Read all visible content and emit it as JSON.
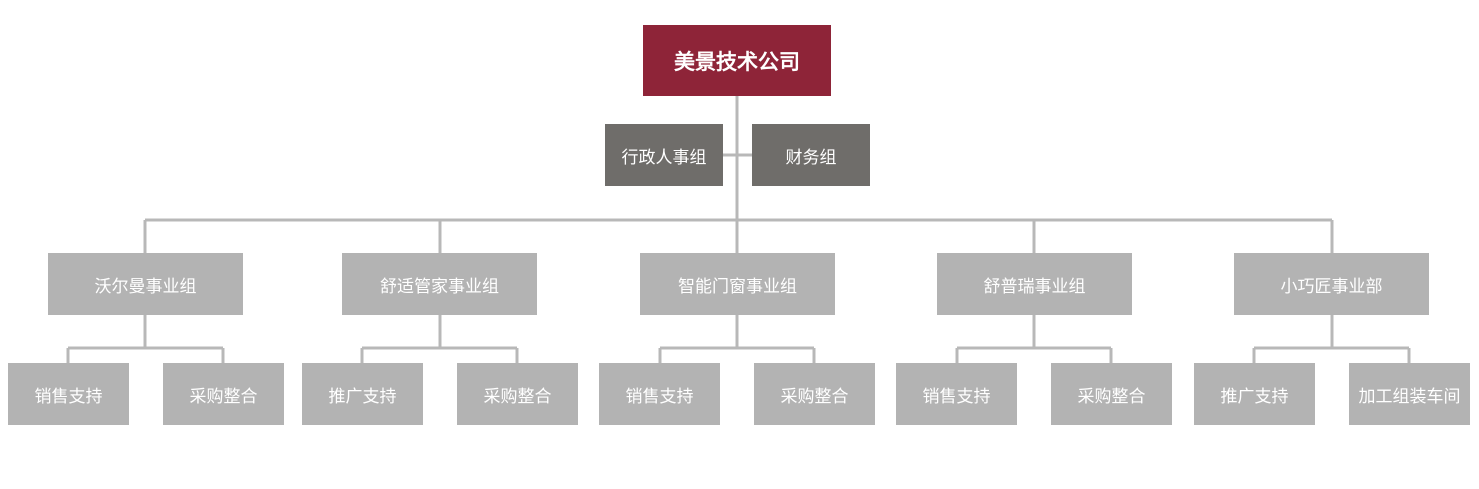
{
  "colors": {
    "root": "#8e2438",
    "staff": "#6f6d6a",
    "group": "#b3b3b3",
    "connector": "#b8b8b8",
    "text": "#ffffff"
  },
  "org": {
    "root": "美景技术公司",
    "staff": [
      "行政人事组",
      "财务组"
    ],
    "groups": [
      {
        "name": "沃尔曼事业组",
        "teams": [
          "销售支持",
          "采购整合"
        ]
      },
      {
        "name": "舒适管家事业组",
        "teams": [
          "推广支持",
          "采购整合"
        ]
      },
      {
        "name": "智能门窗事业组",
        "teams": [
          "销售支持",
          "采购整合"
        ]
      },
      {
        "name": "舒普瑞事业组",
        "teams": [
          "销售支持",
          "采购整合"
        ]
      },
      {
        "name": "小巧匠事业部",
        "teams": [
          "推广支持",
          "加工组装车间"
        ]
      }
    ]
  }
}
